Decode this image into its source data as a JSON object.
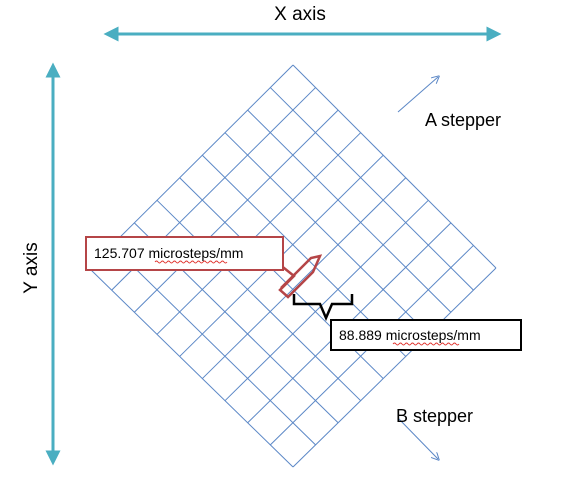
{
  "axes": {
    "x_label": "X axis",
    "y_label": "Y axis"
  },
  "steppers": {
    "a_label": "A stepper",
    "b_label": "B stepper"
  },
  "callouts": {
    "upper": {
      "value": "125.707",
      "unit": "microsteps/mm"
    },
    "lower": {
      "value": "88.889",
      "unit": "microsteps/mm"
    }
  },
  "colors": {
    "axis_arrow": "#4aaec1",
    "grid_line": "#5b87c6",
    "direction_arrow": "#5b87c6",
    "upper_callout": "#b54547",
    "lower_callout": "#000000"
  }
}
